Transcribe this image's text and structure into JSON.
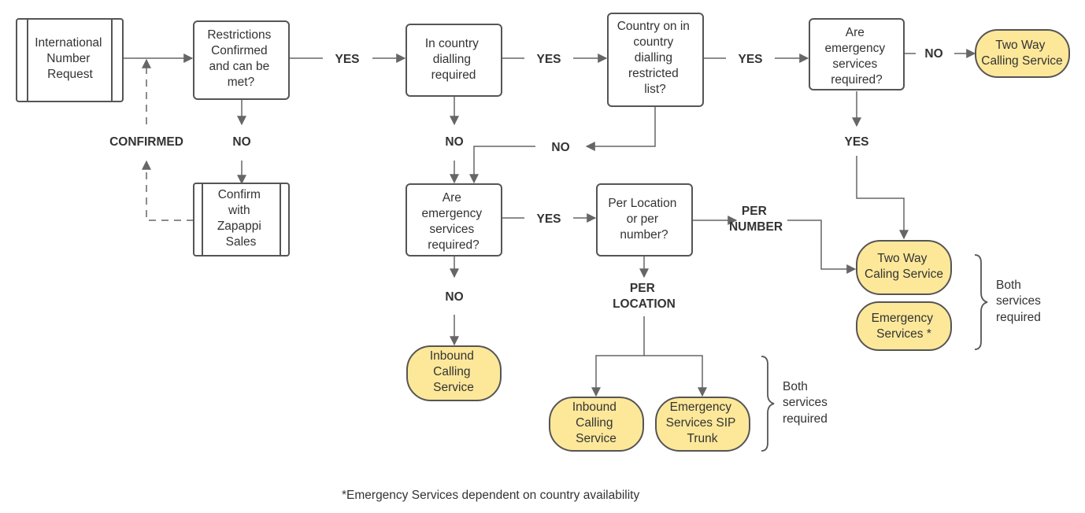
{
  "nodes": {
    "intl_request": [
      "International",
      "Number",
      "Request"
    ],
    "restrictions": [
      "Restrictions",
      "Confirmed",
      "and can be",
      "met?"
    ],
    "confirm_sales": [
      "Confirm",
      "with",
      "Zapappi",
      "Sales"
    ],
    "in_country": [
      "In country",
      "dialling",
      "required"
    ],
    "restricted_list": [
      "Country on in",
      "country",
      "dialling",
      "restricted",
      "list?"
    ],
    "emergency_top": [
      "Are",
      "emergency",
      "services",
      "required?"
    ],
    "two_way_top": [
      "Two Way",
      "Calling Service"
    ],
    "emergency_mid": [
      "Are",
      "emergency",
      "services",
      "required?"
    ],
    "per_location_q": [
      "Per Location",
      "or per",
      "number?"
    ],
    "inbound_left": [
      "Inbound",
      "Calling",
      "Service"
    ],
    "inbound_bottom": [
      "Inbound",
      "Calling",
      "Service"
    ],
    "sip_trunk": [
      "Emergency",
      "Services SIP",
      "Trunk"
    ],
    "two_way_right": [
      "Two Way",
      "Caling Service"
    ],
    "emergency_star": [
      "Emergency",
      "Services *"
    ]
  },
  "labels": {
    "yes_1": "YES",
    "yes_2": "YES",
    "yes_3": "YES",
    "no_top_right": "NO",
    "yes_down_right": "YES",
    "confirmed": "CONFIRMED",
    "no_restrictions": "NO",
    "no_in_country": "NO",
    "no_restricted": "NO",
    "yes_mid": "YES",
    "per_number": [
      "PER",
      "NUMBER"
    ],
    "per_location": [
      "PER",
      "LOCATION"
    ],
    "no_mid": "NO"
  },
  "notes": {
    "both_right": [
      "Both",
      "services",
      "required"
    ],
    "both_bottom": [
      "Both",
      "services",
      "required"
    ],
    "footnote": "*Emergency Services dependent on country availability"
  }
}
